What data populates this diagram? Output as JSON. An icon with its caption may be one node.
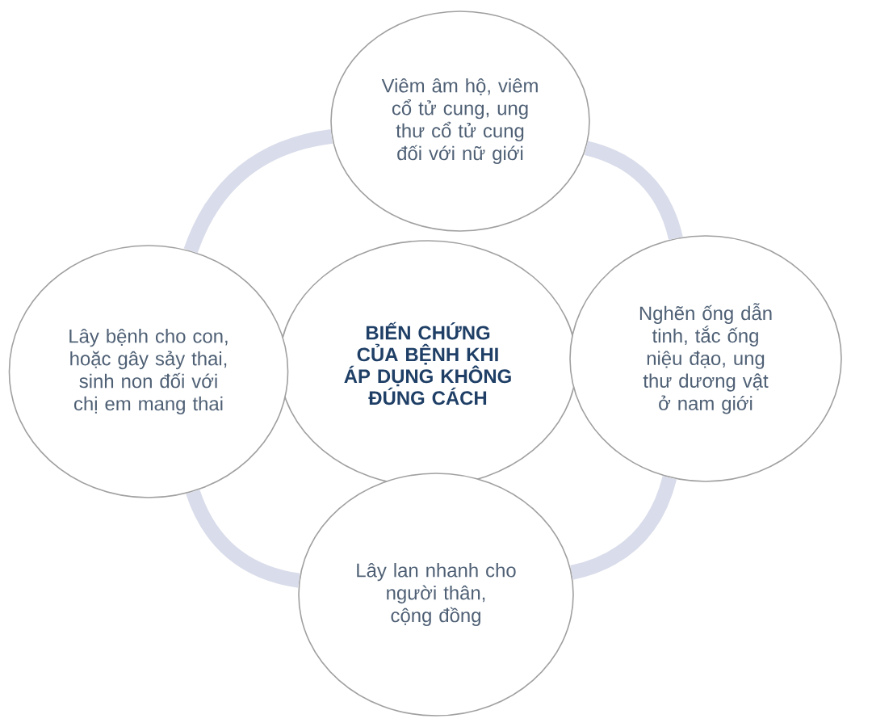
{
  "diagram": {
    "nodes": [
      {
        "text": [
          "BIẾN CHỨNG CỦA BỆNH KHI ÁP DỤNG KHÔNG ĐÚNG CÁCH"
        ]
      },
      {
        "text": [
          "Viêm âm hộ, viêm cổ tử cung, ung thư cổ tử cung đối với nữ giới"
        ]
      },
      {
        "text": [
          "Nghẽn ống dẫn tinh, tắc ống niệu đạo, ung thư dương vật ở nam giới"
        ]
      },
      {
        "text": [
          "Lây lan nhanh cho người thân, cộng đồng"
        ]
      },
      {
        "text": [
          "Lây bệnh cho con, hoặc gây sảy thai, sinh non đối với chị em mang thai"
        ]
      }
    ],
    "edges": [
      {
        "from": 1,
        "to": 2,
        "arrow": "none"
      },
      {
        "from": 2,
        "to": 3,
        "arrow": "none"
      },
      {
        "from": 3,
        "to": 4,
        "arrow": "none"
      },
      {
        "from": 4,
        "to": 1,
        "arrow": "none"
      }
    ]
  }
}
